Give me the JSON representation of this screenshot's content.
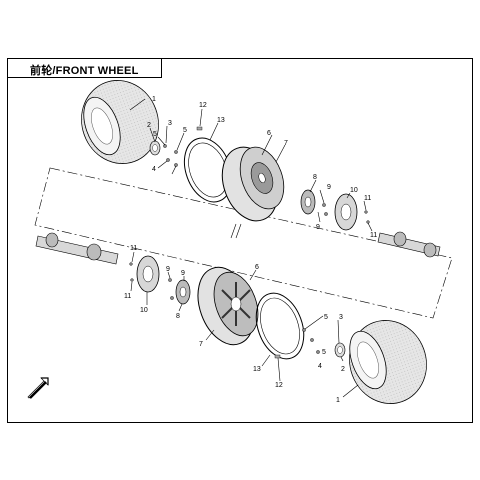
{
  "header": {
    "title": "前轮/FRONT WHEEL"
  },
  "callouts": {
    "upper": {
      "c1": "1",
      "c2": "2",
      "c3": "3",
      "c4": "4",
      "c5": "5",
      "c5b": "5",
      "c12": "12",
      "c13": "13",
      "c6": "6",
      "c7": "7",
      "c8": "8",
      "c9": "9",
      "c9b": "9",
      "c10": "10",
      "c11": "11",
      "c11b": "11"
    },
    "lower": {
      "c11": "11",
      "c11b": "11",
      "c10": "10",
      "c9": "9",
      "c9b": "9",
      "c8": "8",
      "c6": "6",
      "c7": "7",
      "c13": "13",
      "c12": "12",
      "c5": "5",
      "c5b": "5",
      "c4": "4",
      "c3": "3",
      "c2": "2",
      "c1": "1"
    }
  },
  "icons": {
    "front_arrow": "front-direction-arrow-icon"
  }
}
